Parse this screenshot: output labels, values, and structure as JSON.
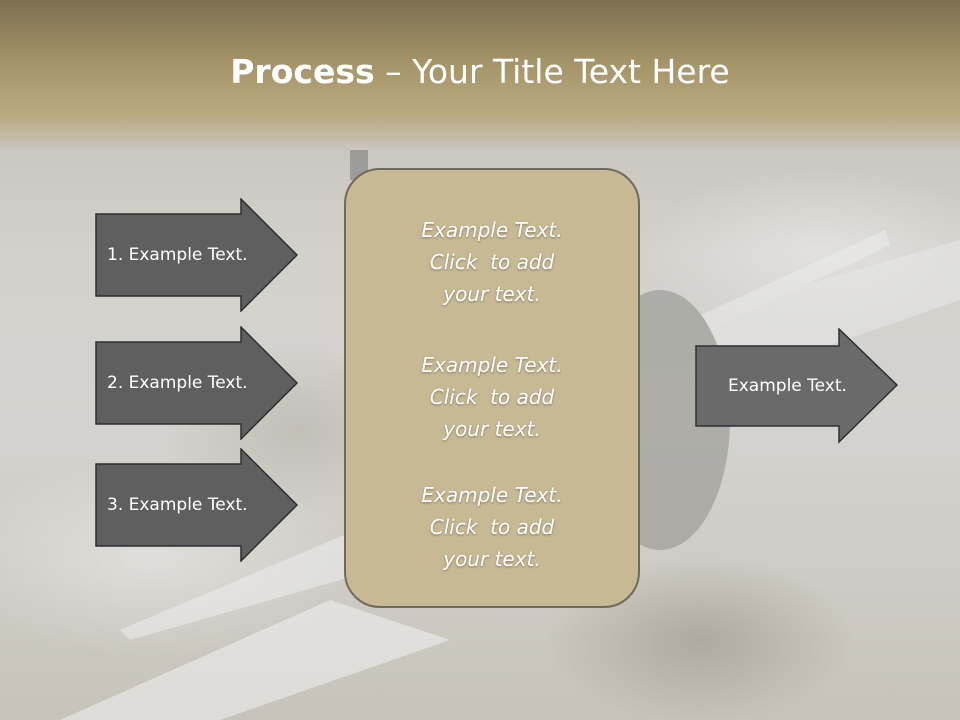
{
  "slide": {
    "title_bold": "Process",
    "title_rest": " – Your Title Text Here"
  },
  "left_arrows": [
    {
      "label": "1. Example Text."
    },
    {
      "label": "2. Example Text."
    },
    {
      "label": "3. Example Text."
    }
  ],
  "center_box": {
    "blocks": [
      {
        "line1": "Example Text.",
        "line2": "Click  to add",
        "line3": "your text."
      },
      {
        "line1": "Example Text.",
        "line2": "Click  to add",
        "line3": "your text."
      },
      {
        "line1": "Example Text.",
        "line2": "Click  to add",
        "line3": "your text."
      }
    ]
  },
  "right_arrow": {
    "label": "Example Text."
  },
  "colors": {
    "title_band": "#a8966b",
    "arrow_fill": "#5f5f5f",
    "box_fill": "#c6b994"
  }
}
